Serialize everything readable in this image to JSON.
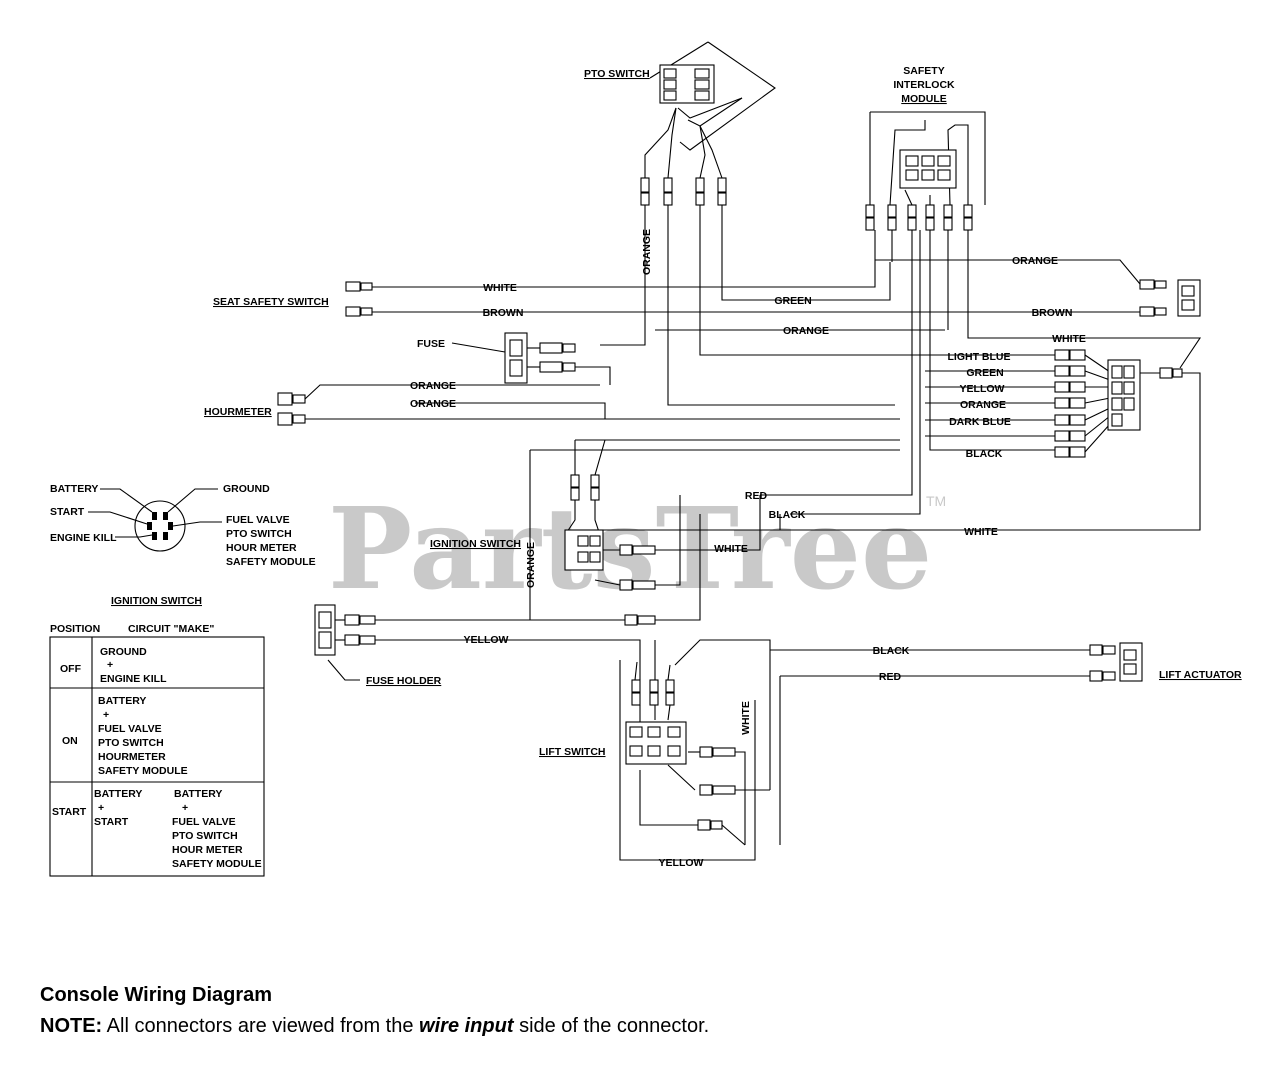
{
  "watermark": {
    "brand": "PartsTree",
    "tm": "TM"
  },
  "components": {
    "pto_switch": "PTO SWITCH",
    "safety_module_l1": "SAFETY",
    "safety_module_l2": "INTERLOCK",
    "safety_module_l3": "MODULE",
    "seat_safety_switch": "SEAT SAFETY SWITCH",
    "fuse": "FUSE",
    "hourmeter": "HOURMETER",
    "ignition_switch": "IGNITION SWITCH",
    "fuse_holder": "FUSE HOLDER",
    "lift_switch": "LIFT SWITCH",
    "lift_actuator": "LIFT ACTUATOR"
  },
  "wires": {
    "orange": "ORANGE",
    "white": "WHITE",
    "brown": "BROWN",
    "green": "GREEN",
    "light_blue": "LIGHT BLUE",
    "yellow": "YELLOW",
    "dark_blue": "DARK BLUE",
    "black": "BLACK",
    "red": "RED"
  },
  "terminal_legend": {
    "battery": "BATTERY",
    "start": "START",
    "engine_kill": "ENGINE KILL",
    "ground": "GROUND",
    "fuel_valve": "FUEL VALVE",
    "pto_switch": "PTO SWITCH",
    "hour_meter": "HOUR METER",
    "safety_module": "SAFETY MODULE"
  },
  "ignition_table": {
    "title": "IGNITION SWITCH",
    "col_position": "POSITION",
    "col_circuit": "CIRCUIT \"MAKE\"",
    "plus": "+",
    "rows": [
      {
        "position": "OFF",
        "lines": [
          "GROUND",
          "ENGINE KILL"
        ]
      },
      {
        "position": "ON",
        "lines": [
          "BATTERY",
          "FUEL VALVE",
          "PTO SWITCH",
          "HOURMETER",
          "SAFETY MODULE"
        ]
      },
      {
        "position": "START",
        "left": [
          "BATTERY",
          "START"
        ],
        "right": [
          "BATTERY",
          "FUEL VALVE",
          "PTO SWITCH",
          "HOUR METER",
          "SAFETY MODULE"
        ]
      }
    ]
  },
  "caption": {
    "title": "Console Wiring Diagram",
    "note_label": "NOTE:",
    "note_pre": "All connectors are viewed from the",
    "note_em": "wire input",
    "note_post": "side of the connector."
  }
}
